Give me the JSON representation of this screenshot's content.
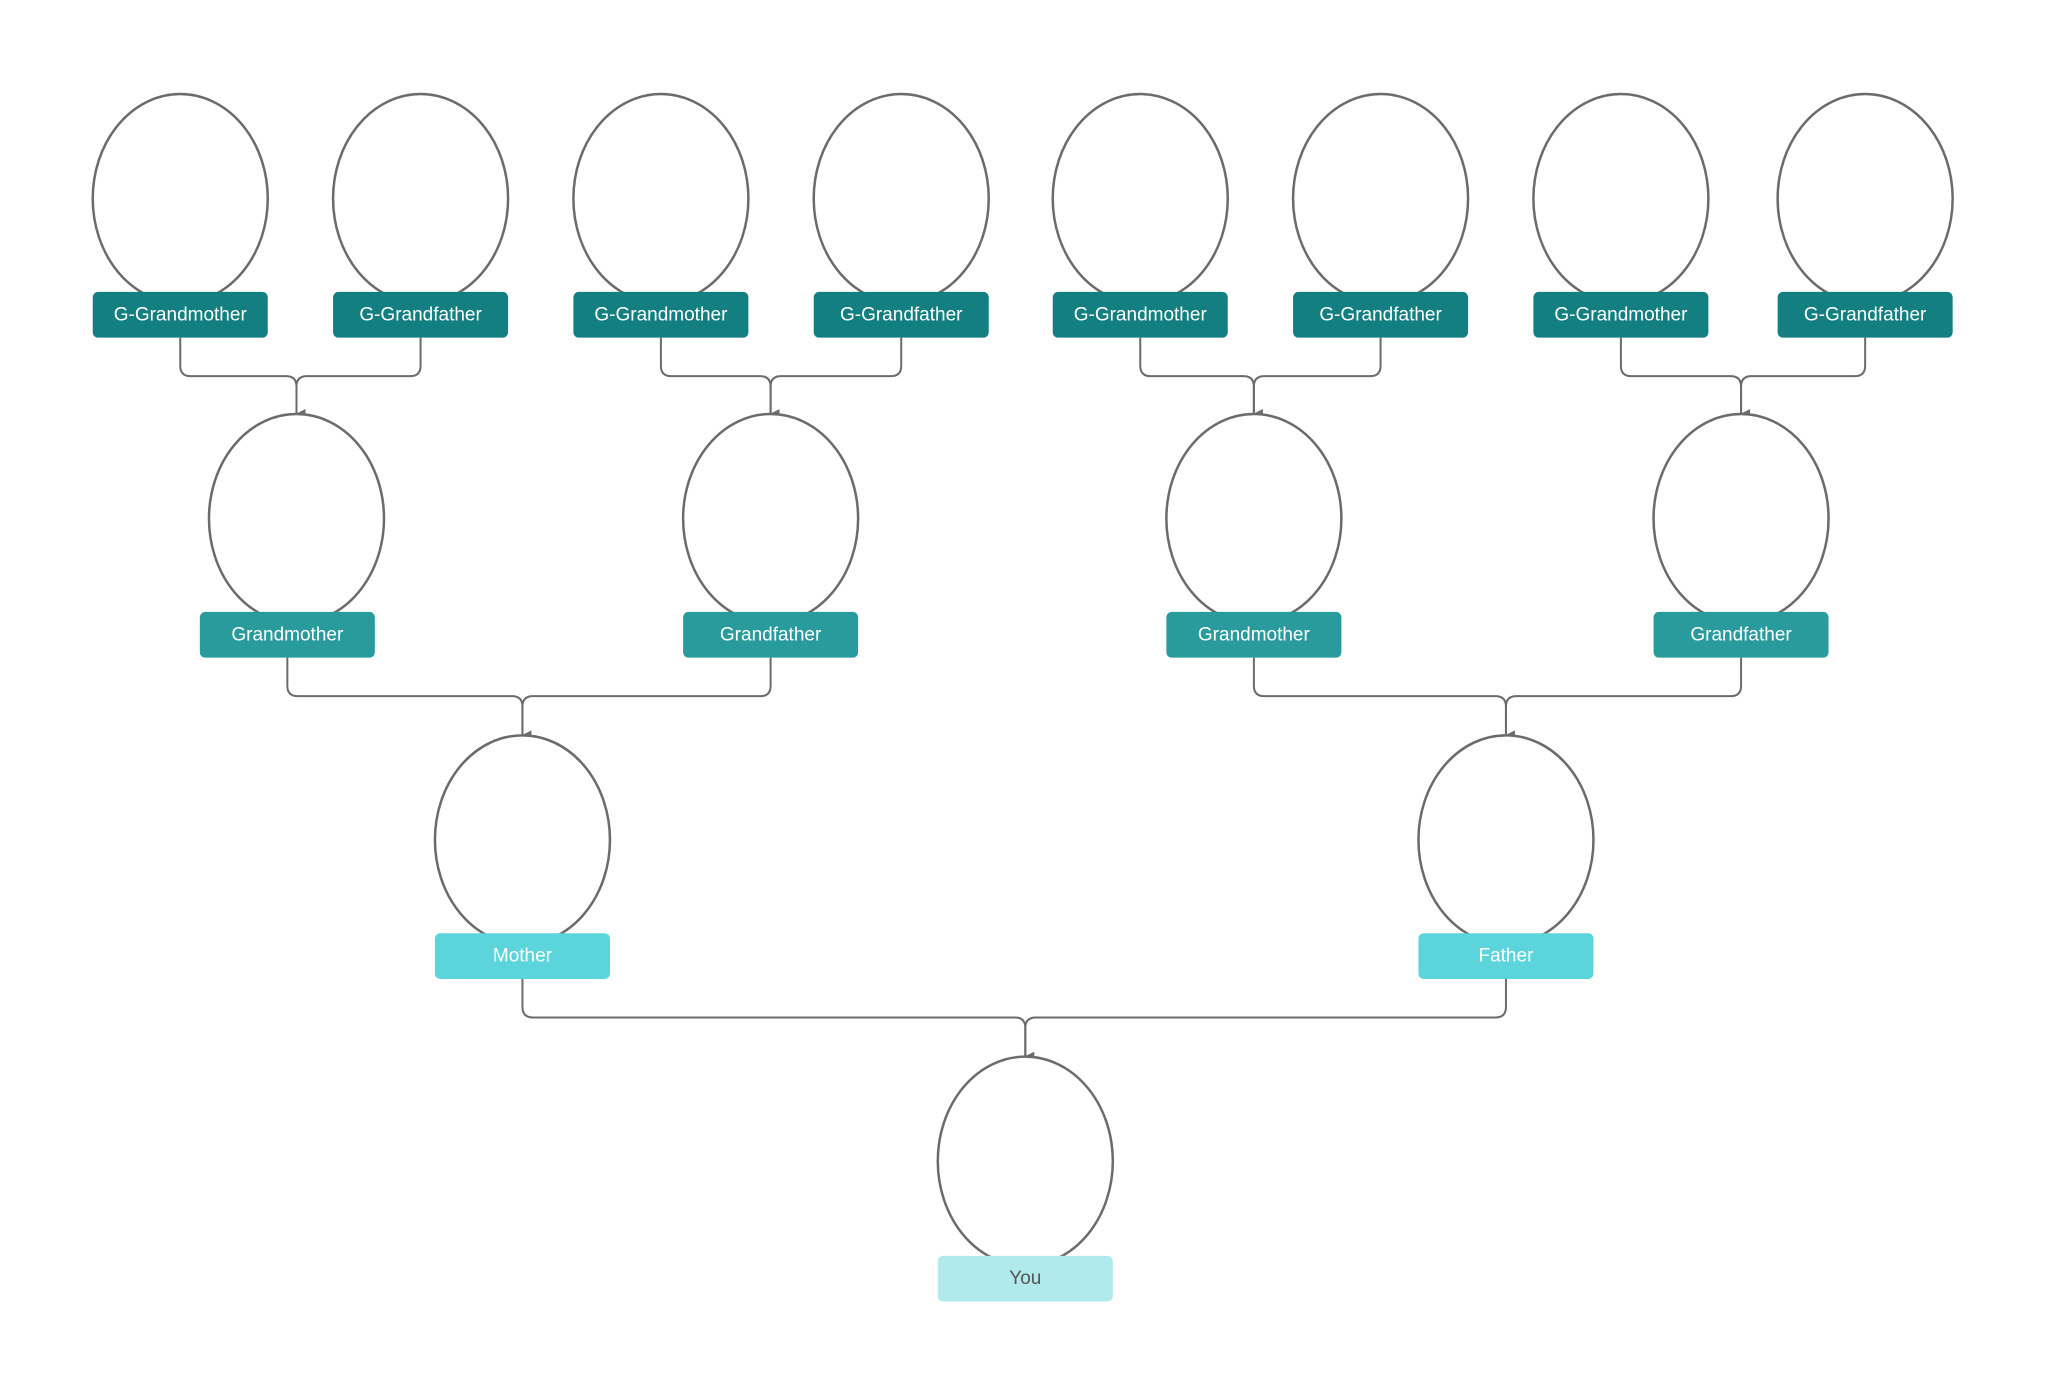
{
  "colors": {
    "great_grandparent": "#137f80",
    "grandparent": "#2a9b9c",
    "parent": "#5bd5db",
    "you": "#b0eaec",
    "light_text": "#ffffff",
    "dark_text": "#555555",
    "line": "#6b6b6b"
  },
  "tree": {
    "great_grandparents": [
      {
        "label": "G-Grandmother"
      },
      {
        "label": "G-Grandfather"
      },
      {
        "label": "G-Grandmother"
      },
      {
        "label": "G-Grandfather"
      },
      {
        "label": "G-Grandmother"
      },
      {
        "label": "G-Grandfather"
      },
      {
        "label": "G-Grandmother"
      },
      {
        "label": "G-Grandfather"
      }
    ],
    "grandparents": [
      {
        "label": "Grandmother"
      },
      {
        "label": "Grandfather"
      },
      {
        "label": "Grandmother"
      },
      {
        "label": "Grandfather"
      }
    ],
    "parents": [
      {
        "label": "Mother"
      },
      {
        "label": "Father"
      }
    ],
    "you": {
      "label": "You"
    }
  }
}
